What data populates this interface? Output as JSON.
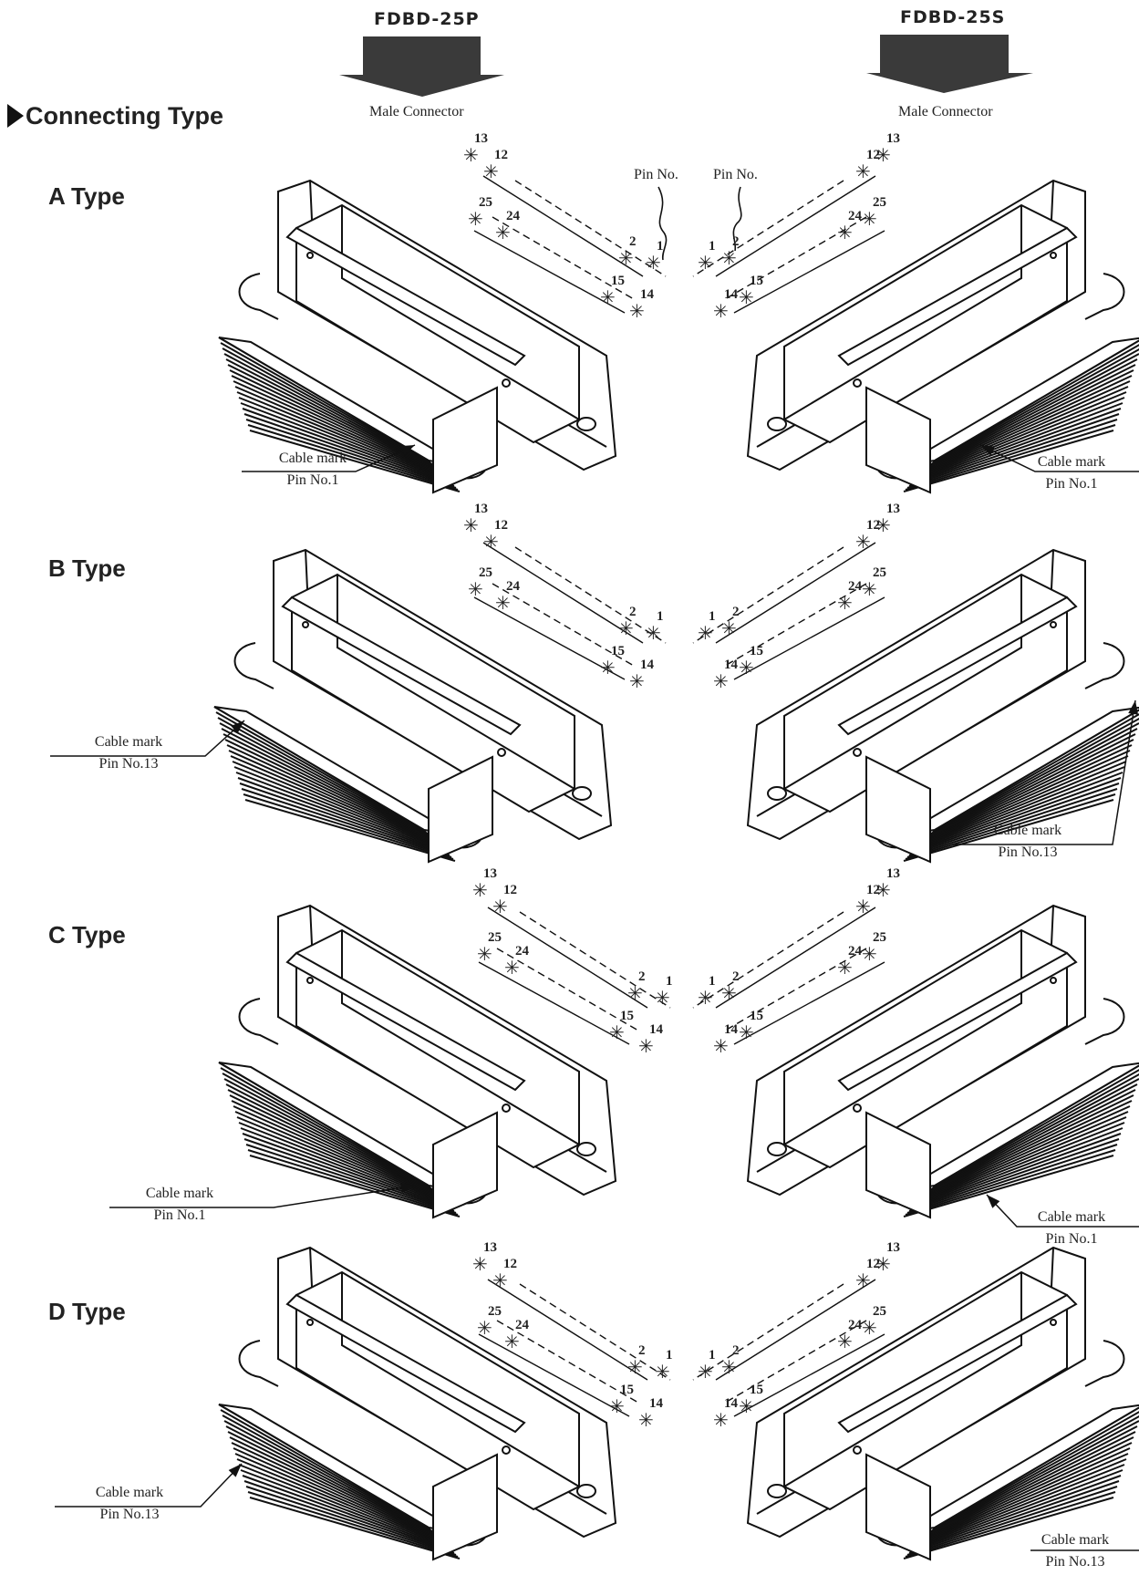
{
  "columns": [
    {
      "model": "FDBD-25P",
      "connector": "Male Connector"
    },
    {
      "model": "FDBD-25S",
      "connector": "Male Connector"
    }
  ],
  "section_title": "Connecting Type",
  "pin_no_label": "Pin No.",
  "cable_mark_label": "Cable mark",
  "pins": {
    "p1": "1",
    "p2": "2",
    "p12": "12",
    "p13": "13",
    "p14": "14",
    "p15": "15",
    "p24": "24",
    "p25": "25"
  },
  "types": [
    {
      "label": "A Type",
      "left_pin": "Pin No.1",
      "right_pin": "Pin No.1"
    },
    {
      "label": "B Type",
      "left_pin": "Pin No.13",
      "right_pin": "Pin No.13"
    },
    {
      "label": "C Type",
      "left_pin": "Pin No.1",
      "right_pin": "Pin No.1"
    },
    {
      "label": "D Type",
      "left_pin": "Pin No.13",
      "right_pin": "Pin No.13"
    }
  ]
}
